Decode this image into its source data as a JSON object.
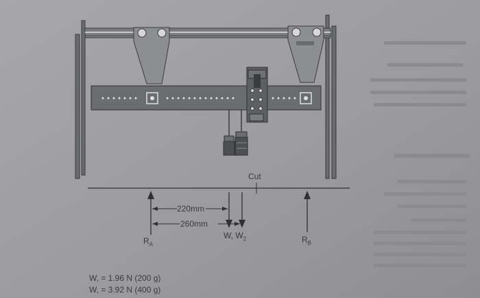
{
  "diagram": {
    "cut_label": "Cut",
    "dim_220": "220mm",
    "dim_260": "260mm",
    "ra_label": "R",
    "ra_sub": "A",
    "rb_label": "R",
    "rb_sub": "B",
    "weights_label": "W, W",
    "weights_sub": "2",
    "eq1": "W, = 1.96 N  (200 g)",
    "eq2": "W, = 3.92 N  (400 g)"
  },
  "colors": {
    "page": "#9b9b9d",
    "apparatus": "#5f6063",
    "line": "#2f3033",
    "faint_text": "#8a8a8d"
  }
}
